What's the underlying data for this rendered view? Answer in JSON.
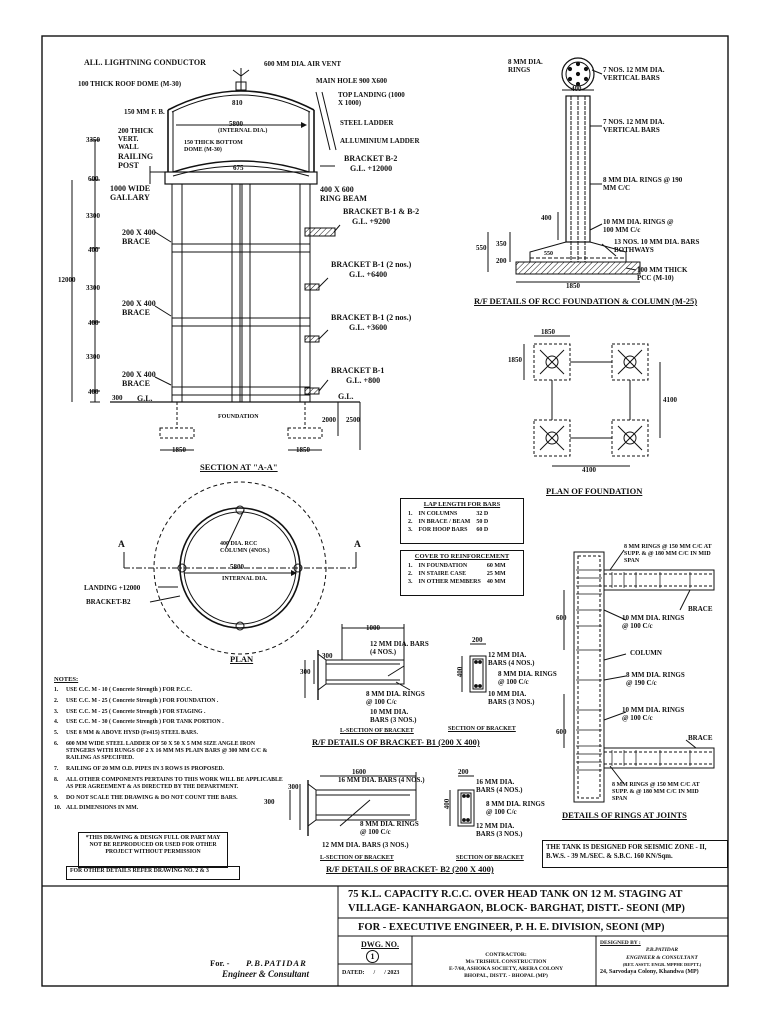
{
  "section_aa": {
    "title": "SECTION AT \"A-A\"",
    "labels": {
      "lightning": "ALL. LIGHTNING CONDUCTOR",
      "roof_dome": "100 THICK ROOF DOME (M-30)",
      "fb": "150 MM F. B.",
      "vert_wall": "200 THICK VERT. WALL",
      "railing": "RAILING POST",
      "gallery": "1000 WIDE GALLARY",
      "brace1": "200 X 400 BRACE",
      "brace2": "200 X 400 BRACE",
      "brace3": "200 X 400 BRACE",
      "air_vent": "600 MM DIA. AIR VENT",
      "main_hole": "MAIN HOLE 900 X600",
      "top_landing": "TOP LANDING (1000 X 1000)",
      "steel_ladder": "STEEL LADDER",
      "alu_ladder": "ALLUMINIUM LADDER",
      "bottom_dome": "150 THICK BOTTOM DOME (M-30)",
      "internal_dia": "(INTERNAL DIA.)",
      "ring_beam": "400 X 600 RING BEAM",
      "b2": "BRACKET B-2",
      "b2_gl": "G.L. +12000",
      "b12": "BRACKET B-1 & B-2",
      "b12_gl": "G.L. +9200",
      "b1a": "BRACKET B-1 (2 nos.)",
      "b1a_gl": "G.L. +6400",
      "b1b": "BRACKET B-1 (2 nos.)",
      "b1b_gl": "G.L. +3600",
      "b1c": "BRACKET B-1",
      "b1c_gl": "G.L. +800",
      "gl_left": "G.L.",
      "gl_right": "G.L.",
      "foundation": "FOUNDATION"
    },
    "dims": {
      "d810": "810",
      "d5800": "5800",
      "d675": "675",
      "d3350": "3350",
      "d600": "600",
      "d3300a": "3300",
      "d400a": "400",
      "d3300b": "3300",
      "d400b": "400",
      "d3300c": "3300",
      "d400c": "400",
      "d300": "300",
      "d12000": "12000",
      "d2000": "2000",
      "d2500": "2500",
      "d1850a": "1850",
      "d1850b": "1850"
    }
  },
  "column_detail": {
    "title": "R/F DETAILS OF RCC FOUNDATION & COLUMN (M-25)",
    "labels": {
      "rings8": "8 MM DIA. RINGS",
      "vert1": "7 NOS. 12 MM DIA. VERTICAL BARS",
      "vert2": "7 NOS. 12 MM DIA. VERTICAL BARS",
      "rings190": "8 MM DIA. RINGS @ 190 MM C/C",
      "rings100": "10 MM DIA. RINGS @ 100 MM C/c",
      "bothways": "13 NOS. 10 MM DIA. BARS BOTHWAYS",
      "pcc": "100 MM THICK PCC (M-10)"
    },
    "dims": {
      "d400top": "400",
      "d400": "400",
      "d550": "550",
      "d350": "350",
      "d200": "200",
      "d550b": "550",
      "d1850": "1850"
    }
  },
  "foundation_plan": {
    "title": "PLAN OF FOUNDATION",
    "dims": {
      "d1850x": "1850",
      "d1850y": "1850",
      "d4100v": "4100",
      "d4100h": "4100"
    }
  },
  "plan": {
    "title": "PLAN",
    "labels": {
      "column": "400 DIA. RCC COLUMN (4NOS.)",
      "dia": "5800",
      "internal": "INTERNAL DIA.",
      "landing": "LANDING +12000",
      "bracket": "BRACKET-B2",
      "a_left": "A",
      "a_right": "A"
    }
  },
  "lap_table": {
    "title": "LAP LENGTH FOR BARS",
    "rows": [
      [
        "1.",
        "IN COLUMNS",
        "32 D"
      ],
      [
        "2.",
        "IN BRACE / BEAM",
        "50 D"
      ],
      [
        "3.",
        "FOR HOOP BARS",
        "60 D"
      ]
    ]
  },
  "cover_table": {
    "title": "COVER TO REINFORCEMENT",
    "rows": [
      [
        "1.",
        "IN FOUNDATION",
        "60 MM"
      ],
      [
        "2.",
        "IN STAIRE CASE",
        "25 MM"
      ],
      [
        "3.",
        "IN OTHER MEMBERS",
        "40 MM"
      ]
    ]
  },
  "bracket_b1": {
    "title": "R/F DETAILS OF BRACKET- B1 (200 X 400)",
    "lsec": "L-SECTION OF BRACKET",
    "sec": "SECTION OF BRACKET",
    "labels": {
      "top": "12 MM DIA. BARS (4 NOS.)",
      "rings": "8 MM DIA. RINGS @ 100 C/c",
      "bot": "10 MM DIA. BARS (3 NOS.)",
      "s_top": "12 MM DIA. BARS (4 NOS.)",
      "s_rings": "8 MM DIA. RINGS @ 100 C/c",
      "s_bot": "10 MM DIA. BARS (3 NOS.)"
    },
    "dims": {
      "d1000": "1000",
      "d300a": "300",
      "d300b": "300",
      "d200": "200",
      "d400": "400"
    }
  },
  "bracket_b2": {
    "title": "R/F DETAILS OF BRACKET- B2 (200 X 400)",
    "lsec": "L-SECTION OF BRACKET",
    "sec": "SECTION OF BRACKET",
    "labels": {
      "top": "16 MM DIA. BARS (4 NOS.)",
      "rings": "8 MM DIA. RINGS @ 100 C/c",
      "bot": "12 MM DIA. BARS (3 NOS.)",
      "s_top": "16 MM DIA. BARS (4 NOS.)",
      "s_rings": "8 MM DIA. RINGS @ 100 C/c",
      "s_bot": "12 MM DIA. BARS (3 NOS.)"
    },
    "dims": {
      "d1600": "1600",
      "d300a": "300",
      "d300b": "300",
      "d200": "200",
      "d400": "400"
    }
  },
  "joints": {
    "title": "DETAILS OF RINGS AT JOINTS",
    "labels": {
      "top": "8 MM RINGS @ 150 MM C/C AT SUPP. & @ 180 MM C/C IN MID SPAN",
      "brace1": "BRACE",
      "rings_a": "10 MM DIA. RINGS @ 100 C/c",
      "column": "COLUMN",
      "rings_b": "8 MM DIA. RINGS @ 190 C/c",
      "rings_c": "10 MM DIA. RINGS @ 100 C/c",
      "brace2": "BRACE",
      "bottom": "8 MM RINGS @ 150 MM C/C AT SUPP. & @ 180 MM C/C IN MID SPAN"
    },
    "dims": {
      "d600a": "600",
      "d600b": "600"
    }
  },
  "notes": {
    "heading": "NOTES:",
    "items": [
      "USE C.C. M - 10 ( Concrete Strength ) FOR P.C.C.",
      "USE C.C. M - 25 ( Concrete Strength ) FOR FOUNDATION .",
      "USE C.C. M - 25 ( Concrete Strength ) FOR STAGING .",
      "USE C.C. M - 30 ( Concrete Strength ) FOR TANK PORTION .",
      "USE 8 MM & ABOVE HYSD (Fe415) STEEL BARS.",
      "600 MM WIDE STEEL LADDER OF 50 X 50 X 5 MM SIZE ANGLE IRON STINGERS WITH RUNGS OF 2 X 16 MM MS PLAIN BARS @ 300 MM C/C & RAILING AS SPECIFIED.",
      "RAILING OF 20 MM O.D. PIPES IN 3 ROWS IS PROPOSED.",
      "ALL OTHER COMPONENTS PERTAINS TO THIS WORK WILL BE APPLICABLE AS PER AGREEMENT & AS DIRECTED BY THE DEPARTMENT.",
      "DO NOT SCALE THE DRAWING & DO NOT COUNT THE BARS.",
      "ALL DIMENSIONS IN MM."
    ],
    "copyright": "*THIS DRAWING & DESIGN FULL OR PART MAY NOT BE REPRODUCED OR USED FOR OTHER PROJECT WITHOUT PERMISSION",
    "refer": "FOR OTHER DETAILS REFER DRAWING NO. 2 & 3"
  },
  "seismic": "THE TANK IS DESIGNED FOR SEISMIC ZONE - II, B.W.S. - 39 M./SEC. & S.B.C. 160 KN/Sqm.",
  "title_block": {
    "project_l1": "75 K.L. CAPACITY R.C.C. OVER HEAD TANK ON 12 M. STAGING AT",
    "project_l2": "VILLAGE- KANHARGAON, BLOCK- BARGHAT, DISTT.- SEONI (MP)",
    "for_line": "FOR - EXECUTIVE ENGINEER, P. H. E. DIVISION, SEONI (MP)",
    "dwg_label": "DWG. NO.",
    "dwg_no": "1",
    "dated": "DATED:      /      / 2023",
    "contractor_h": "CONTRACTOR:",
    "contractor_1": "M/s TRISHUL CONSTRUCTION",
    "contractor_2": "E-7/60, ASHOKA SOCIETY, ARERA COLONY",
    "contractor_3": "BHOPAL, DISTT. - BHOPAL (MP)",
    "designed_h": "DESIGNED BY :",
    "designer_name": "P.B.PATIDAR",
    "designer_role": "ENGINEER & CONSULTANT",
    "designer_ret": "(RET. ASSTT. ENGR. MPPHE DEPTT.)",
    "designer_addr": "24, Sarvodaya Colony, Khandwa (MP)",
    "for_label": "For. -",
    "for_name": "P.B.PATIDAR",
    "for_role": "Engineer & Consultant"
  }
}
